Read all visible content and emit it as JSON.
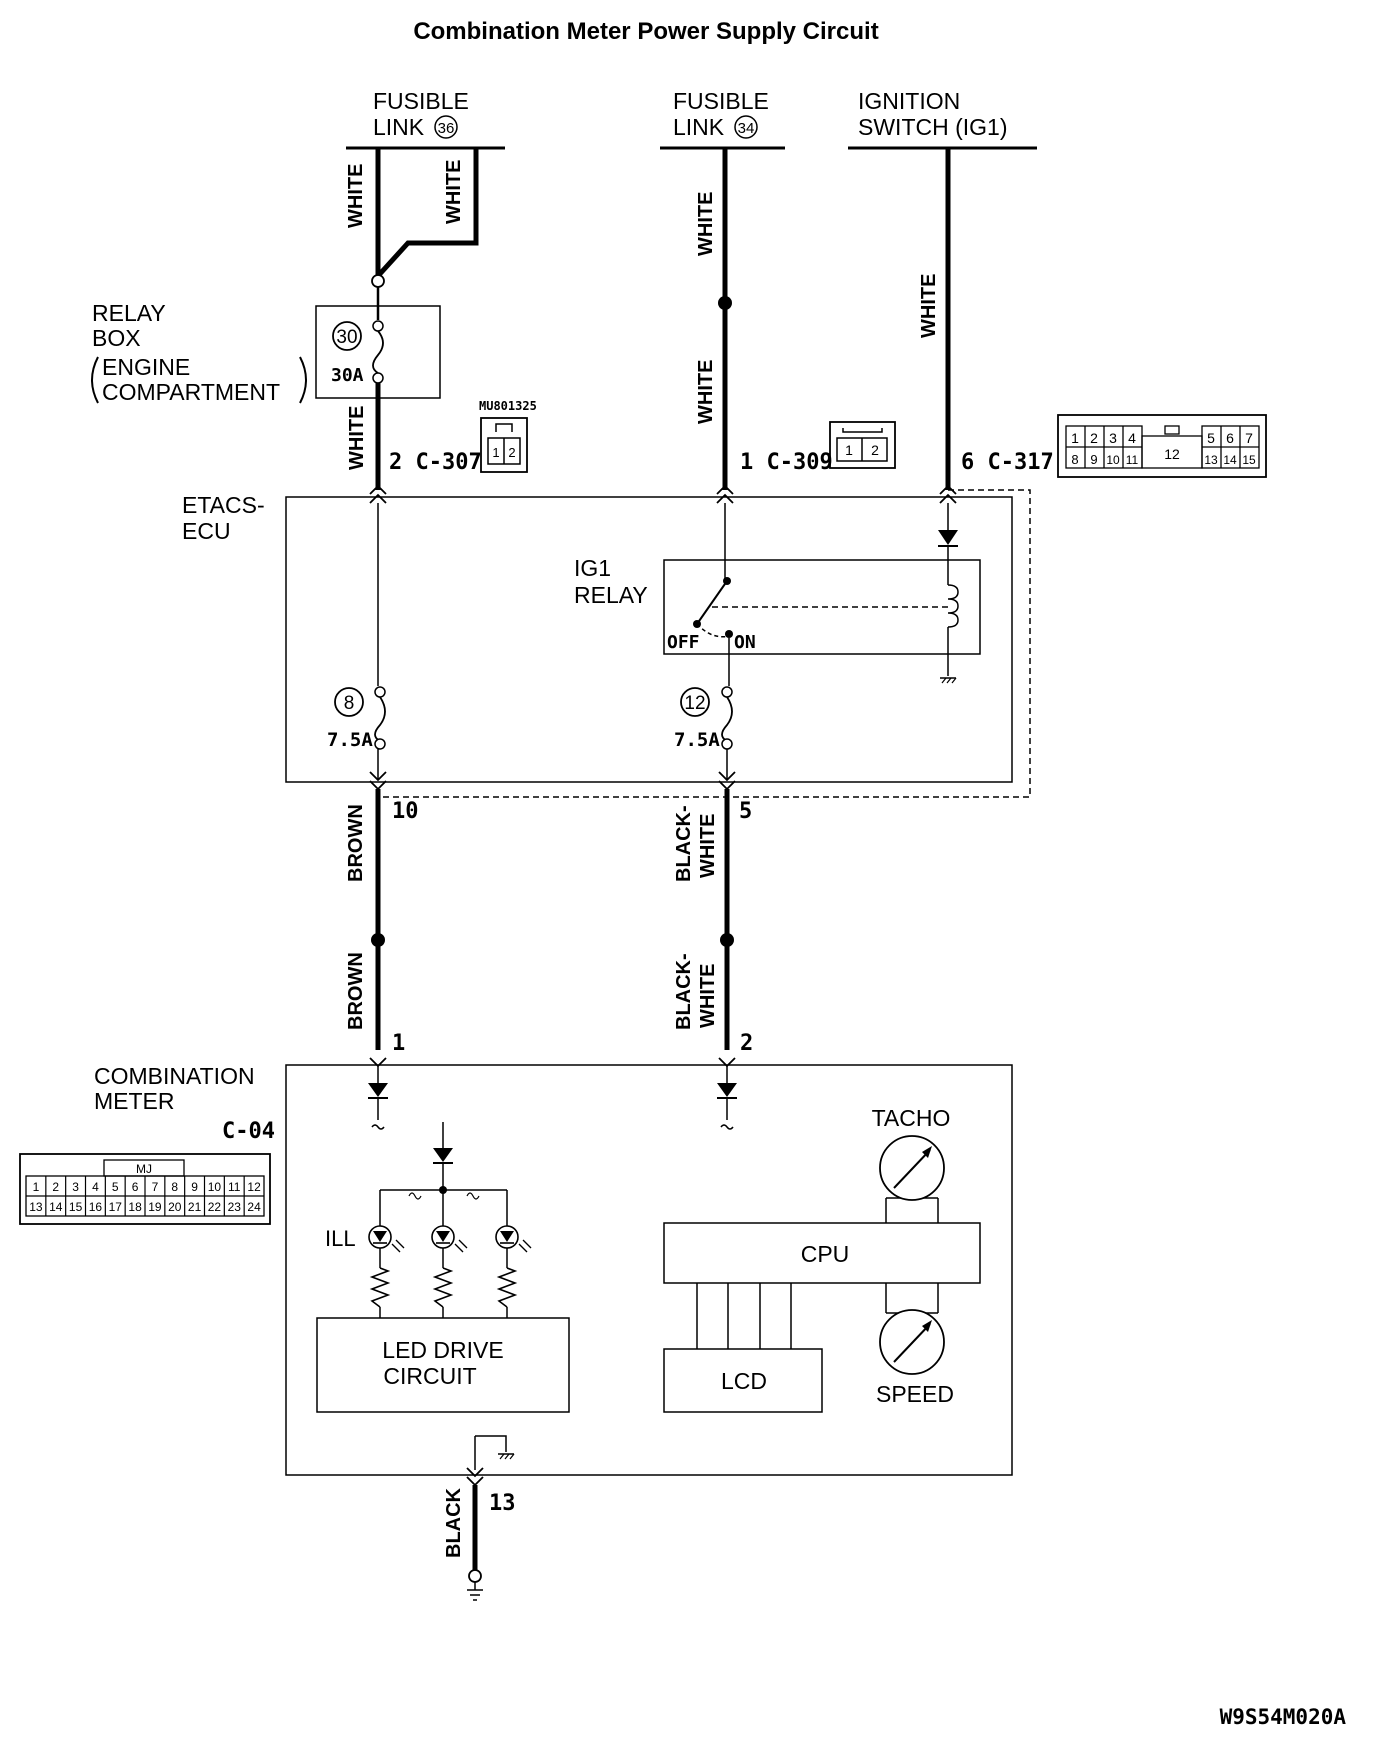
{
  "title": "Combination Meter Power Supply Circuit",
  "figure_code": "W9S54M020A",
  "sources": {
    "fusible_36": {
      "line1": "FUSIBLE",
      "line2": "LINK",
      "num": "36"
    },
    "fusible_34": {
      "line1": "FUSIBLE",
      "line2": "LINK",
      "num": "34"
    },
    "ignition": {
      "line1": "IGNITION",
      "line2": "SWITCH (IG1)"
    }
  },
  "relay_box": {
    "line1": "RELAY",
    "line2": "BOX",
    "line3": "ENGINE",
    "line4": "COMPARTMENT",
    "fuse_num": "30",
    "fuse_rating": "30A"
  },
  "wires": {
    "white": "WHITE",
    "brown": "BROWN",
    "black_white_1": "BLACK-",
    "black_white_2": "WHITE",
    "black": "BLACK"
  },
  "connectors": {
    "c307": {
      "label": "2  C-307",
      "part": "MU801325",
      "pins": [
        "1",
        "2"
      ]
    },
    "c309": {
      "label": "1  C-309",
      "pins": [
        "1",
        "2"
      ]
    },
    "c317": {
      "label": "6  C-317",
      "row1": [
        "1",
        "2",
        "3",
        "4",
        "5",
        "6",
        "7"
      ],
      "row2": [
        "8",
        "9",
        "10",
        "11",
        "13",
        "14",
        "15"
      ],
      "center": "12"
    },
    "c04": {
      "label": "C-04",
      "mark": "MJ",
      "row1": [
        "1",
        "2",
        "3",
        "4",
        "5",
        "6",
        "7",
        "8",
        "9",
        "10",
        "11",
        "12"
      ],
      "row2": [
        "13",
        "14",
        "15",
        "16",
        "17",
        "18",
        "19",
        "20",
        "21",
        "22",
        "23",
        "24"
      ]
    }
  },
  "etacs": {
    "line1": "ETACS-",
    "line2": "ECU",
    "relay_line1": "IG1",
    "relay_line2": "RELAY",
    "off": "OFF",
    "on": "ON",
    "fuse8_num": "8",
    "fuse8_rating": "7.5A",
    "fuse12_num": "12",
    "fuse12_rating": "7.5A",
    "pin10": "10",
    "pin5": "5"
  },
  "meter": {
    "line1": "COMBINATION",
    "line2": "METER",
    "pin1": "1",
    "pin2": "2",
    "pin13": "13",
    "ill": "ILL",
    "led_line1": "LED DRIVE",
    "led_line2": "CIRCUIT",
    "cpu": "CPU",
    "lcd": "LCD",
    "tacho": "TACHO",
    "speed": "SPEED"
  }
}
